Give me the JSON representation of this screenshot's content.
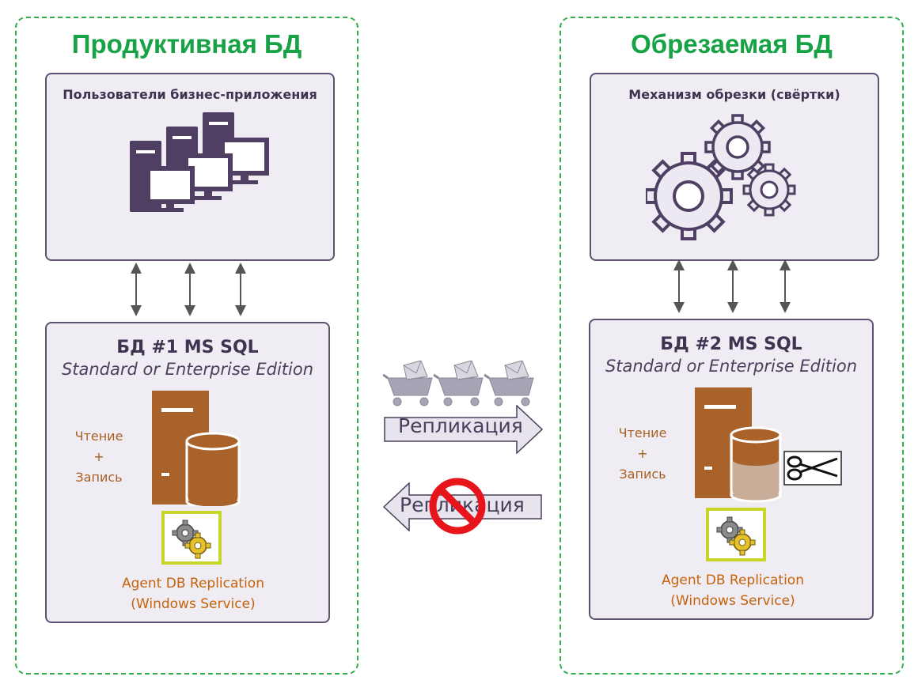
{
  "left": {
    "title": "Продуктивная БД",
    "top_box": {
      "title": "Пользователи бизнес-приложения"
    },
    "db_box": {
      "title": "БД #1 MS SQL",
      "edition": "Standard or Enterprise Edition",
      "rw_line1": "Чтение",
      "rw_line2": "+",
      "rw_line3": "Запись",
      "agent_line1": "Agent DB Replication",
      "agent_line2": "(Windows Service)"
    }
  },
  "right": {
    "title": "Обрезаемая БД",
    "top_box": {
      "title": "Механизм обрезки (свёртки)"
    },
    "db_box": {
      "title": "БД #2 MS SQL",
      "edition": "Standard or Enterprise Edition",
      "rw_line1": "Чтение",
      "rw_line2": "+",
      "rw_line3": "Запись",
      "agent_line1": "Agent DB Replication",
      "agent_line2": "(Windows Service)"
    }
  },
  "replication": {
    "forward_label": "Репликация",
    "backward_label": "Репликация"
  },
  "colors": {
    "panel_border": "#2fb04a",
    "title_green": "#16a245",
    "box_fill": "#efedf3",
    "box_border": "#5f5270",
    "server_brown": "#a9622a",
    "agent_orange": "#c5620a",
    "forbidden_red": "#e8141c"
  },
  "icons": [
    "computers-icon",
    "gears-icon",
    "server-icon",
    "database-icon",
    "scissors-icon",
    "agent-gears-icon",
    "cart-icon",
    "forbidden-icon",
    "double-arrow-icon"
  ]
}
